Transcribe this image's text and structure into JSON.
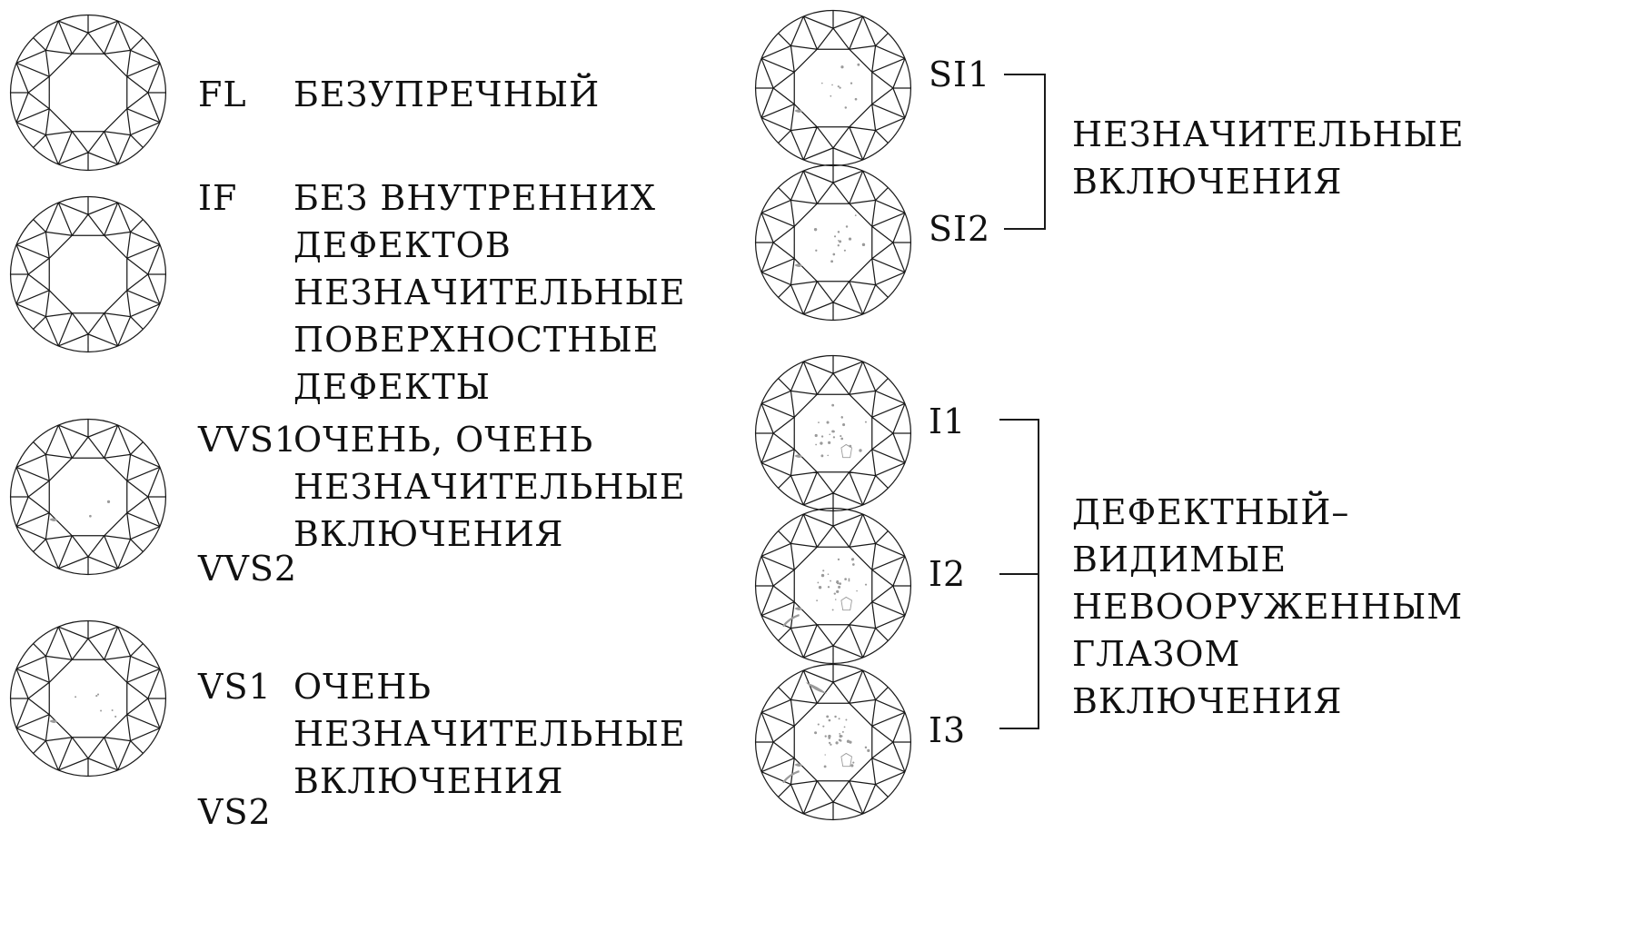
{
  "grades": [
    {
      "code": "FL",
      "description": "БЕЗУПРЕЧНЫЙ"
    },
    {
      "code": "IF",
      "description": "БЕЗ ВНУТРЕННИХ\nДЕФЕКТОВ\nНЕЗНАЧИТЕЛЬНЫЕ\nПОВЕРХНОСТНЫЕ\nДЕФЕКТЫ"
    },
    {
      "code": "VVS1",
      "description": "ОЧЕНЬ, ОЧЕНЬ\nНЕЗНАЧИТЕЛЬНЫЕ\nВКЛЮЧЕНИЯ"
    },
    {
      "code": "VVS2",
      "description": ""
    },
    {
      "code": "VS1",
      "description": "ОЧЕНЬ\nНЕЗНАЧИТЕЛЬНЫЕ\nВКЛЮЧЕНИЯ"
    },
    {
      "code": "VS2",
      "description": ""
    },
    {
      "code": "SI1",
      "description": ""
    },
    {
      "code": "SI2",
      "description": ""
    },
    {
      "code": "I1",
      "description": ""
    },
    {
      "code": "I2",
      "description": ""
    },
    {
      "code": "I3",
      "description": ""
    }
  ],
  "groups": {
    "si": "НЕЗНАЧИТЕЛЬНЫЕ\nВКЛЮЧЕНИЯ",
    "i": "ДЕФЕКТНЫЙ–\nВИДИМЫЕ\nНЕВООРУЖЕННЫМ\nГЛАЗОМ\nВКЛЮЧЕНИЯ"
  },
  "colors": {
    "line": "#1a1a1a",
    "inclusion": "#9a9a9a"
  }
}
